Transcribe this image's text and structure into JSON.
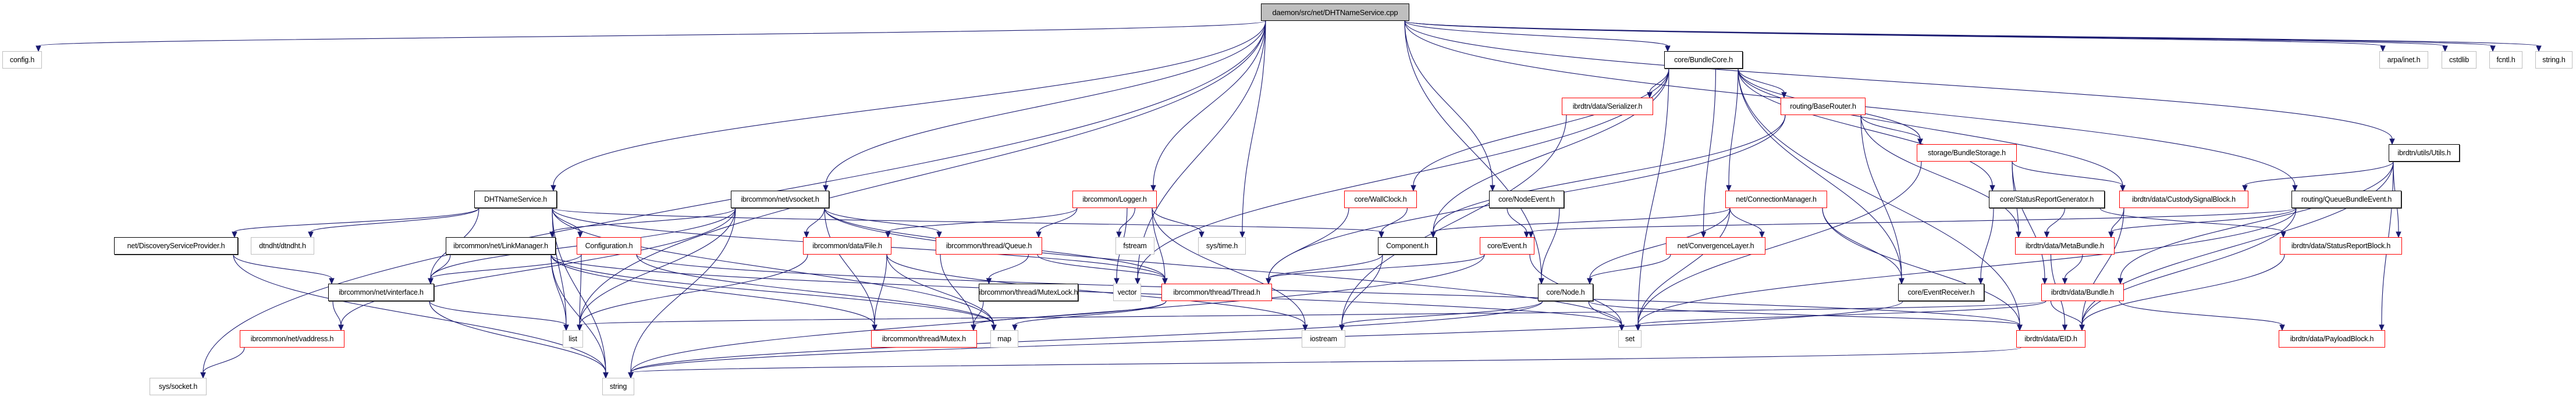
{
  "title": "daemon/src/net/DHTNameService.cpp include dependency graph",
  "colors": {
    "edge": "#191970",
    "root_fill": "#bfbfbf",
    "documented_border": "#000000",
    "incomplete_border": "#ff0000",
    "external_border": "#bfbfbf"
  },
  "nodes": [
    {
      "id": "root",
      "label": "daemon/src/net/DHTNameService.cpp",
      "kind": "root"
    },
    {
      "id": "config",
      "label": "config.h",
      "kind": "gray"
    },
    {
      "id": "bundlecore",
      "label": "core/BundleCore.h",
      "kind": "black"
    },
    {
      "id": "arpainet",
      "label": "arpa/inet.h",
      "kind": "gray"
    },
    {
      "id": "cstdlib",
      "label": "cstdlib",
      "kind": "gray"
    },
    {
      "id": "fcntl",
      "label": "fcntl.h",
      "kind": "gray"
    },
    {
      "id": "stringh",
      "label": "string.h",
      "kind": "gray"
    },
    {
      "id": "serializer",
      "label": "ibrdtn/data/Serializer.h",
      "kind": "red"
    },
    {
      "id": "baserouter",
      "label": "routing/BaseRouter.h",
      "kind": "red"
    },
    {
      "id": "bundlestorage",
      "label": "storage/BundleStorage.h",
      "kind": "red"
    },
    {
      "id": "utils",
      "label": "ibrdtn/utils/Utils.h",
      "kind": "black"
    },
    {
      "id": "dhtns",
      "label": "DHTNameService.h",
      "kind": "black"
    },
    {
      "id": "vsocket",
      "label": "ibrcommon/net/vsocket.h",
      "kind": "black"
    },
    {
      "id": "logger",
      "label": "ibrcommon/Logger.h",
      "kind": "red"
    },
    {
      "id": "wallclock",
      "label": "core/WallClock.h",
      "kind": "red"
    },
    {
      "id": "nodeevent",
      "label": "core/NodeEvent.h",
      "kind": "black"
    },
    {
      "id": "connmgr",
      "label": "net/ConnectionManager.h",
      "kind": "red"
    },
    {
      "id": "statusgen",
      "label": "core/StatusReportGenerator.h",
      "kind": "black"
    },
    {
      "id": "custody",
      "label": "ibrdtn/data/CustodySignalBlock.h",
      "kind": "red"
    },
    {
      "id": "queuebundle",
      "label": "routing/QueueBundleEvent.h",
      "kind": "black"
    },
    {
      "id": "discovery",
      "label": "net/DiscoveryServiceProvider.h",
      "kind": "black"
    },
    {
      "id": "dtndht",
      "label": "dtndht/dtndht.h",
      "kind": "gray"
    },
    {
      "id": "linkmgr",
      "label": "ibrcommon/net/LinkManager.h",
      "kind": "black"
    },
    {
      "id": "configuration",
      "label": "Configuration.h",
      "kind": "red"
    },
    {
      "id": "file",
      "label": "ibrcommon/data/File.h",
      "kind": "red"
    },
    {
      "id": "queue",
      "label": "ibrcommon/thread/Queue.h",
      "kind": "red"
    },
    {
      "id": "fstream",
      "label": "fstream",
      "kind": "gray"
    },
    {
      "id": "systime",
      "label": "sys/time.h",
      "kind": "gray"
    },
    {
      "id": "component",
      "label": "Component.h",
      "kind": "black"
    },
    {
      "id": "event",
      "label": "core/Event.h",
      "kind": "red"
    },
    {
      "id": "convlayer",
      "label": "net/ConvergenceLayer.h",
      "kind": "red"
    },
    {
      "id": "metabundle",
      "label": "ibrdtn/data/MetaBundle.h",
      "kind": "red"
    },
    {
      "id": "statusblock",
      "label": "ibrdtn/data/StatusReportBlock.h",
      "kind": "red"
    },
    {
      "id": "vinterface",
      "label": "ibrcommon/net/vinterface.h",
      "kind": "black"
    },
    {
      "id": "mutexlock",
      "label": "ibrcommon/thread/MutexLock.h",
      "kind": "black"
    },
    {
      "id": "vector",
      "label": "vector",
      "kind": "gray"
    },
    {
      "id": "thread",
      "label": "ibrcommon/thread/Thread.h",
      "kind": "red"
    },
    {
      "id": "node",
      "label": "core/Node.h",
      "kind": "black"
    },
    {
      "id": "eventrecv",
      "label": "core/EventReceiver.h",
      "kind": "black"
    },
    {
      "id": "bundle",
      "label": "ibrdtn/data/Bundle.h",
      "kind": "red"
    },
    {
      "id": "vaddress",
      "label": "ibrcommon/net/vaddress.h",
      "kind": "red"
    },
    {
      "id": "list",
      "label": "list",
      "kind": "gray"
    },
    {
      "id": "mutex",
      "label": "ibrcommon/thread/Mutex.h",
      "kind": "red"
    },
    {
      "id": "map",
      "label": "map",
      "kind": "gray"
    },
    {
      "id": "iostream",
      "label": "iostream",
      "kind": "gray"
    },
    {
      "id": "set",
      "label": "set",
      "kind": "gray"
    },
    {
      "id": "eid",
      "label": "ibrdtn/data/EID.h",
      "kind": "red"
    },
    {
      "id": "payload",
      "label": "ibrdtn/data/PayloadBlock.h",
      "kind": "red"
    },
    {
      "id": "syssocket",
      "label": "sys/socket.h",
      "kind": "gray"
    },
    {
      "id": "string",
      "label": "string",
      "kind": "gray"
    }
  ],
  "edges": [
    [
      "root",
      "config"
    ],
    [
      "root",
      "bundlecore"
    ],
    [
      "root",
      "arpainet"
    ],
    [
      "root",
      "cstdlib"
    ],
    [
      "root",
      "fcntl"
    ],
    [
      "root",
      "stringh"
    ],
    [
      "root",
      "dhtns"
    ],
    [
      "root",
      "vsocket"
    ],
    [
      "root",
      "logger"
    ],
    [
      "root",
      "nodeevent"
    ],
    [
      "root",
      "utils"
    ],
    [
      "root",
      "queuebundle"
    ],
    [
      "root",
      "systime"
    ],
    [
      "root",
      "syssocket"
    ],
    [
      "root",
      "vector"
    ],
    [
      "root",
      "node"
    ],
    [
      "root",
      "list"
    ],
    [
      "bundlecore",
      "serializer"
    ],
    [
      "bundlecore",
      "baserouter"
    ],
    [
      "bundlecore",
      "bundlestorage"
    ],
    [
      "bundlecore",
      "connmgr"
    ],
    [
      "bundlecore",
      "wallclock"
    ],
    [
      "bundlecore",
      "component"
    ],
    [
      "bundlecore",
      "statusgen"
    ],
    [
      "bundlecore",
      "custody"
    ],
    [
      "bundlecore",
      "convlayer"
    ],
    [
      "bundlecore",
      "eventrecv"
    ],
    [
      "bundlecore",
      "set"
    ],
    [
      "bundlecore",
      "vector"
    ],
    [
      "bundlecore",
      "eid"
    ],
    [
      "serializer",
      "iostream"
    ],
    [
      "baserouter",
      "bundlestorage"
    ],
    [
      "baserouter",
      "component"
    ],
    [
      "baserouter",
      "eventrecv"
    ],
    [
      "baserouter",
      "metabundle"
    ],
    [
      "baserouter",
      "thread"
    ],
    [
      "bundlestorage",
      "custody"
    ],
    [
      "bundlestorage",
      "metabundle"
    ],
    [
      "bundlestorage",
      "bundle"
    ],
    [
      "bundlestorage",
      "set"
    ],
    [
      "utils",
      "custody"
    ],
    [
      "utils",
      "statusblock"
    ],
    [
      "utils",
      "bundle"
    ],
    [
      "utils",
      "eid"
    ],
    [
      "utils",
      "payload"
    ],
    [
      "dhtns",
      "discovery"
    ],
    [
      "dhtns",
      "dtndht"
    ],
    [
      "dhtns",
      "configuration"
    ],
    [
      "dhtns",
      "component"
    ],
    [
      "dhtns",
      "vinterface"
    ],
    [
      "dhtns",
      "list"
    ],
    [
      "dhtns",
      "string"
    ],
    [
      "dhtns",
      "map"
    ],
    [
      "dhtns",
      "thread"
    ],
    [
      "vsocket",
      "linkmgr"
    ],
    [
      "vsocket",
      "file"
    ],
    [
      "vsocket",
      "queue"
    ],
    [
      "vsocket",
      "vinterface"
    ],
    [
      "vsocket",
      "vaddress"
    ],
    [
      "vsocket",
      "list"
    ],
    [
      "vsocket",
      "string"
    ],
    [
      "vsocket",
      "mutex"
    ],
    [
      "vsocket",
      "thread"
    ],
    [
      "vsocket",
      "set"
    ],
    [
      "logger",
      "file"
    ],
    [
      "logger",
      "queue"
    ],
    [
      "logger",
      "fstream"
    ],
    [
      "logger",
      "systime"
    ],
    [
      "logger",
      "thread"
    ],
    [
      "logger",
      "iostream"
    ],
    [
      "logger",
      "vector"
    ],
    [
      "wallclock",
      "component"
    ],
    [
      "wallclock",
      "thread"
    ],
    [
      "nodeevent",
      "event"
    ],
    [
      "nodeevent",
      "node"
    ],
    [
      "connmgr",
      "convlayer"
    ],
    [
      "connmgr",
      "component"
    ],
    [
      "connmgr",
      "node"
    ],
    [
      "connmgr",
      "eventrecv"
    ],
    [
      "connmgr",
      "eid"
    ],
    [
      "connmgr",
      "set"
    ],
    [
      "statusgen",
      "metabundle"
    ],
    [
      "statusgen",
      "eventrecv"
    ],
    [
      "statusgen",
      "statusblock"
    ],
    [
      "custody",
      "metabundle"
    ],
    [
      "custody",
      "eid"
    ],
    [
      "queuebundle",
      "event"
    ],
    [
      "queuebundle",
      "metabundle"
    ],
    [
      "queuebundle",
      "eid"
    ],
    [
      "queuebundle",
      "set"
    ],
    [
      "discovery",
      "vinterface"
    ],
    [
      "discovery",
      "string"
    ],
    [
      "linkmgr",
      "vinterface"
    ],
    [
      "linkmgr",
      "list"
    ],
    [
      "linkmgr",
      "string"
    ],
    [
      "linkmgr",
      "mutex"
    ],
    [
      "linkmgr",
      "map"
    ],
    [
      "linkmgr",
      "set"
    ],
    [
      "configuration",
      "vinterface"
    ],
    [
      "configuration",
      "list"
    ],
    [
      "configuration",
      "map"
    ],
    [
      "configuration",
      "eid"
    ],
    [
      "file",
      "list"
    ],
    [
      "file",
      "mutex"
    ],
    [
      "file",
      "map"
    ],
    [
      "file",
      "iostream"
    ],
    [
      "queue",
      "mutexlock"
    ],
    [
      "queue",
      "thread"
    ],
    [
      "queue",
      "mutex"
    ],
    [
      "component",
      "thread"
    ],
    [
      "component",
      "iostream"
    ],
    [
      "event",
      "thread"
    ],
    [
      "event",
      "string"
    ],
    [
      "event",
      "set"
    ],
    [
      "convlayer",
      "node"
    ],
    [
      "metabundle",
      "bundle"
    ],
    [
      "metabundle",
      "eid"
    ],
    [
      "statusblock",
      "eid"
    ],
    [
      "vinterface",
      "vaddress"
    ],
    [
      "vinterface",
      "list"
    ],
    [
      "vinterface",
      "string"
    ],
    [
      "mutexlock",
      "mutex"
    ],
    [
      "thread",
      "mutex"
    ],
    [
      "thread",
      "map"
    ],
    [
      "node",
      "set"
    ],
    [
      "node",
      "iostream"
    ],
    [
      "node",
      "eid"
    ],
    [
      "node",
      "string"
    ],
    [
      "eventrecv",
      "string"
    ],
    [
      "bundle",
      "eid"
    ],
    [
      "bundle",
      "payload"
    ],
    [
      "bundle",
      "set"
    ],
    [
      "bundle",
      "list"
    ],
    [
      "vaddress",
      "syssocket"
    ],
    [
      "eid",
      "string"
    ]
  ]
}
